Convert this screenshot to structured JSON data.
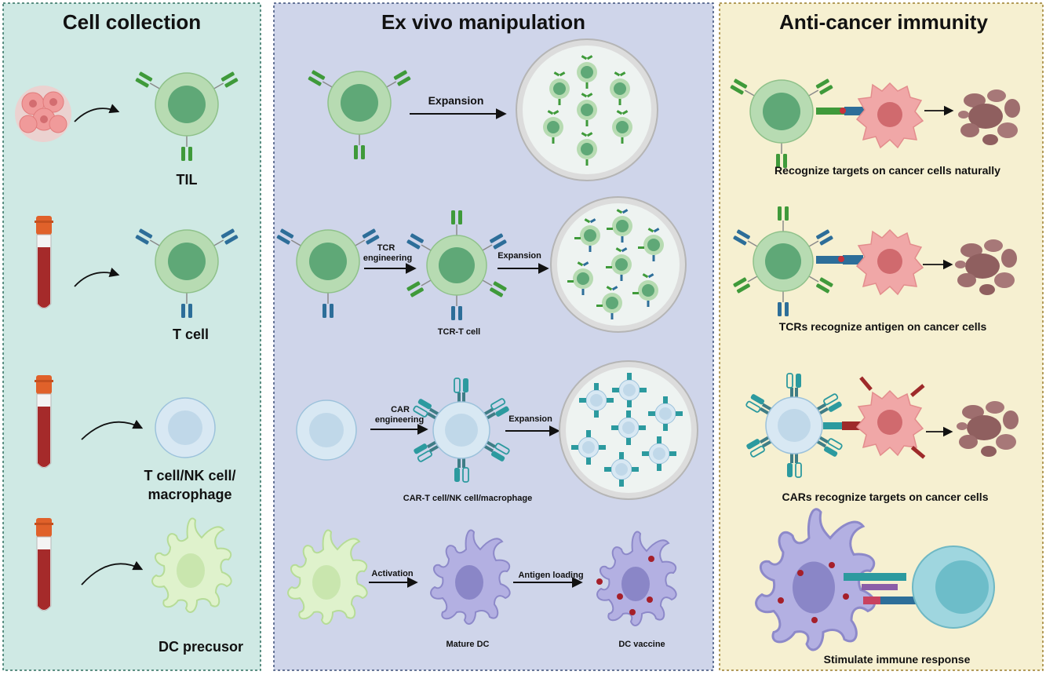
{
  "panels": {
    "collection": {
      "title": "Cell collection",
      "bg": "#cfe9e4",
      "border": "#2f6f5f"
    },
    "manipulation": {
      "title": "Ex vivo manipulation",
      "bg": "#cfd5ea",
      "border": "#3b4f78"
    },
    "immunity": {
      "title": "Anti-cancer immunity",
      "bg": "#f6f0d1",
      "border": "#9b7d2c"
    }
  },
  "collection": {
    "til": "TIL",
    "tcell": "T cell",
    "car_source_line1": "T cell/NK cell/",
    "car_source_line2": "macrophage",
    "dc": "DC precusor"
  },
  "manipulation": {
    "expansion_til": "Expansion",
    "tcr_eng_line1": "TCR",
    "tcr_eng_line2": "engineering",
    "tcr_expansion": "Expansion",
    "tcr_cell": "TCR-T cell",
    "car_eng_line1": "CAR",
    "car_eng_line2": "engineering",
    "car_expansion": "Expansion",
    "car_cell": "CAR-T cell/NK cell/macrophage",
    "activation": "Activation",
    "antigen_loading": "Antigen loading",
    "mature_dc": "Mature DC",
    "dc_vaccine": "DC vaccine"
  },
  "immunity": {
    "til_caption": "Recognize targets on cancer cells naturally",
    "tcr_caption": "TCRs recognize antigen on cancer cells",
    "car_caption": "CARs recognize targets on cancer cells",
    "dc_caption": "Stimulate immune response"
  },
  "colors": {
    "tcell_outer": "#b7dbb2",
    "tcell_nucleus": "#5fa877",
    "receptor_green": "#3f9a3a",
    "receptor_blue": "#2d6e99",
    "car_teal": "#2c9a9f",
    "pale_cell": "#d8e8f3",
    "dc_precursor": "#dff2cc",
    "mature_dc": "#b3b0e2",
    "cancer": "#f0a7a7",
    "dead_cancer": "#9e6e6e",
    "tube_red": "#a52a2a",
    "tube_cap": "#e0612a"
  }
}
